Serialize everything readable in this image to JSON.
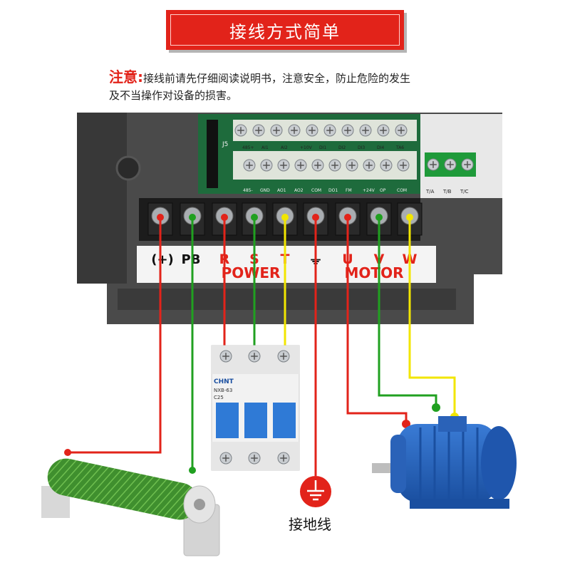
{
  "banner": {
    "title": "接线方式简单"
  },
  "notice": {
    "label": "注意:",
    "line1": "接线前请先仔细阅读说明书，注意安全，防止危险的发生",
    "line2": "及不当操作对设备的损害。"
  },
  "control_terminals": {
    "row_top": [
      "485+",
      "AI1",
      "AI2",
      "+10V",
      "DI1",
      "DI2",
      "DI3",
      "DI4",
      "TA6"
    ],
    "row_bottom": [
      "485-",
      "GND",
      "AO1",
      "AO2",
      "COM",
      "DO1",
      "FM",
      "+24V",
      "OP",
      "COM"
    ],
    "jumper": "J5",
    "relay": [
      "T/A",
      "T/B",
      "T/C"
    ]
  },
  "power_terminals": {
    "labels": [
      "(+)",
      "PB",
      "R",
      "S",
      "T",
      "⏚",
      "U",
      "V",
      "W"
    ],
    "group_power": "POWER",
    "group_motor": "MOTOR"
  },
  "breaker": {
    "brand": "CHNT",
    "model": "NXB-63",
    "rating": "C25"
  },
  "ground": {
    "label": "接地线"
  },
  "colors": {
    "red": "#e2231a",
    "green": "#20a020",
    "yellow": "#f2e600",
    "banner": "#e2231a"
  }
}
